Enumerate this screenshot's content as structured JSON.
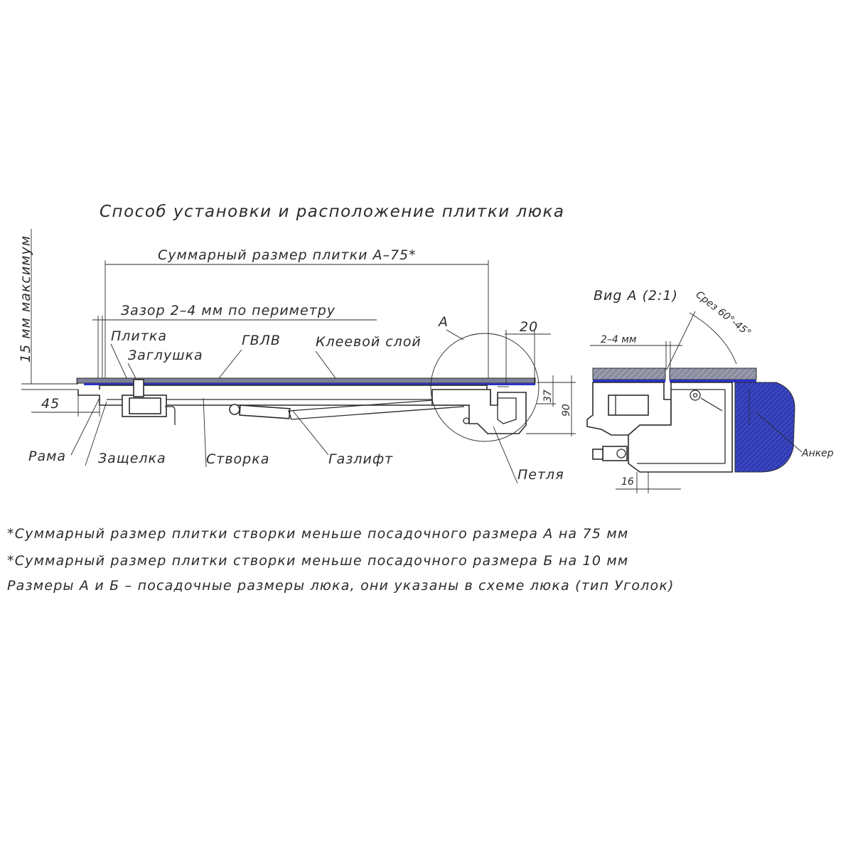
{
  "title": "Способ установки и расположение плитки люка",
  "dimensions": {
    "total_size": "Суммарный размер плитки А–75*",
    "gap_perimeter": "Зазор 2–4 мм по периметру",
    "vertical_max": "15 мм максимум",
    "dim_45": "45",
    "dim_20": "20",
    "dim_37": "37",
    "dim_90": "90"
  },
  "labels": {
    "plitka": "Плитка",
    "zaglushka": "Заглушка",
    "gvlv": "ГВЛВ",
    "kleevoy_sloy": "Клеевой слой",
    "callout_a": "А",
    "rama": "Рама",
    "zashchelka": "Защелка",
    "stvorka": "Створка",
    "gazlift": "Газлифт",
    "petlya": "Петля"
  },
  "detail": {
    "title": "Виg А (2:1)",
    "cut": "Срез 60°-45°",
    "gap": "2–4 мм",
    "dim_16": "16",
    "anchor": "Анкер"
  },
  "notes": [
    "*Суммарный размер плитки створки меньше посадочного размера А на 75 мм",
    "*Суммарный размер плитки створки меньше посадочного размера Б на 10 мм",
    "Размеры А и Б –  посадочные размеры люка, они указаны в схеме люка (тип Уголок)"
  ],
  "colors": {
    "line": "#2b2b2b",
    "tile": "#7d8096",
    "glue_layer": "#2a31c8",
    "anchor_fill": "#2f3bb5"
  }
}
